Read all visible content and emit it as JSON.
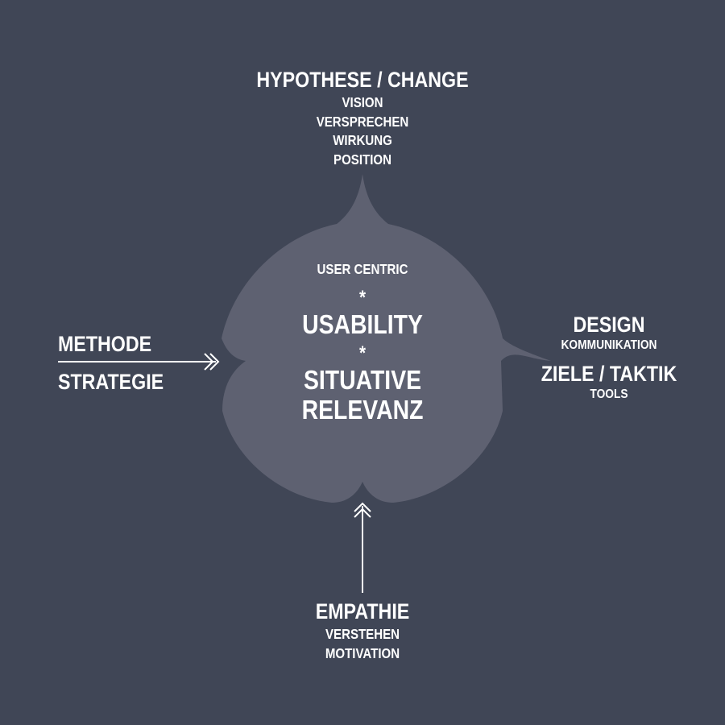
{
  "colors": {
    "background": "#404656",
    "center_shape": "#5e6171",
    "text": "#ffffff",
    "arrow": "#ffffff"
  },
  "top": {
    "title": "HYPOTHESE / CHANGE",
    "items": [
      "VISION",
      "VERSPRECHEN",
      "WIRKUNG",
      "POSITION"
    ]
  },
  "left": {
    "top_label": "METHODE",
    "bottom_label": "STRATEGIE"
  },
  "right": {
    "group1_title": "DESIGN",
    "group1_sub": "KOMMUNIKATION",
    "group2_title": "ZIELE / TAKTIK",
    "group2_sub": "TOOLS"
  },
  "bottom": {
    "title": "EMPATHIE",
    "items": [
      "VERSTEHEN",
      "MOTIVATION"
    ]
  },
  "center": {
    "line1": "USER CENTRIC",
    "sep1": "*",
    "line2": "USABILITY",
    "sep2": "*",
    "line3a": "SITUATIVE",
    "line3b": "RELEVANZ"
  }
}
